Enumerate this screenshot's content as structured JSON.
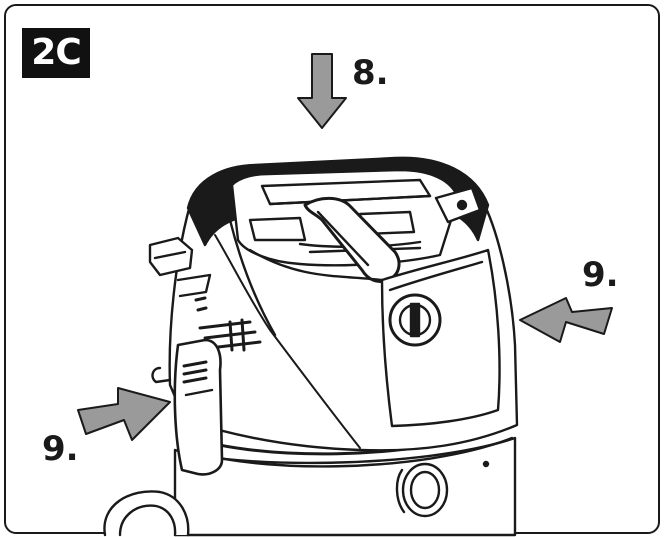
{
  "figure": {
    "label": "2C"
  },
  "callouts": {
    "top": "8.",
    "right": "9.",
    "left": "9."
  },
  "colors": {
    "outline": "#1a1a1a",
    "arrow_fill": "#9a9a9a",
    "label_bg": "#111111",
    "label_text": "#ffffff"
  }
}
